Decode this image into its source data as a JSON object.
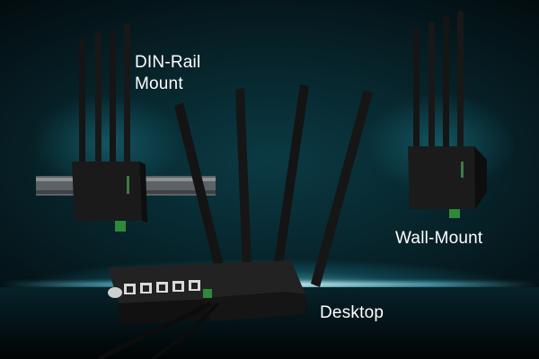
{
  "labels": {
    "din_rail_line1": "DIN-Rail",
    "din_rail_line2": "Mount",
    "wall_mount": "Wall-Mount",
    "desktop": "Desktop"
  },
  "colors": {
    "background": "#061e24",
    "glow": "#78e6ff",
    "device": "#1c1c1c",
    "label_text": "#ffffff"
  }
}
